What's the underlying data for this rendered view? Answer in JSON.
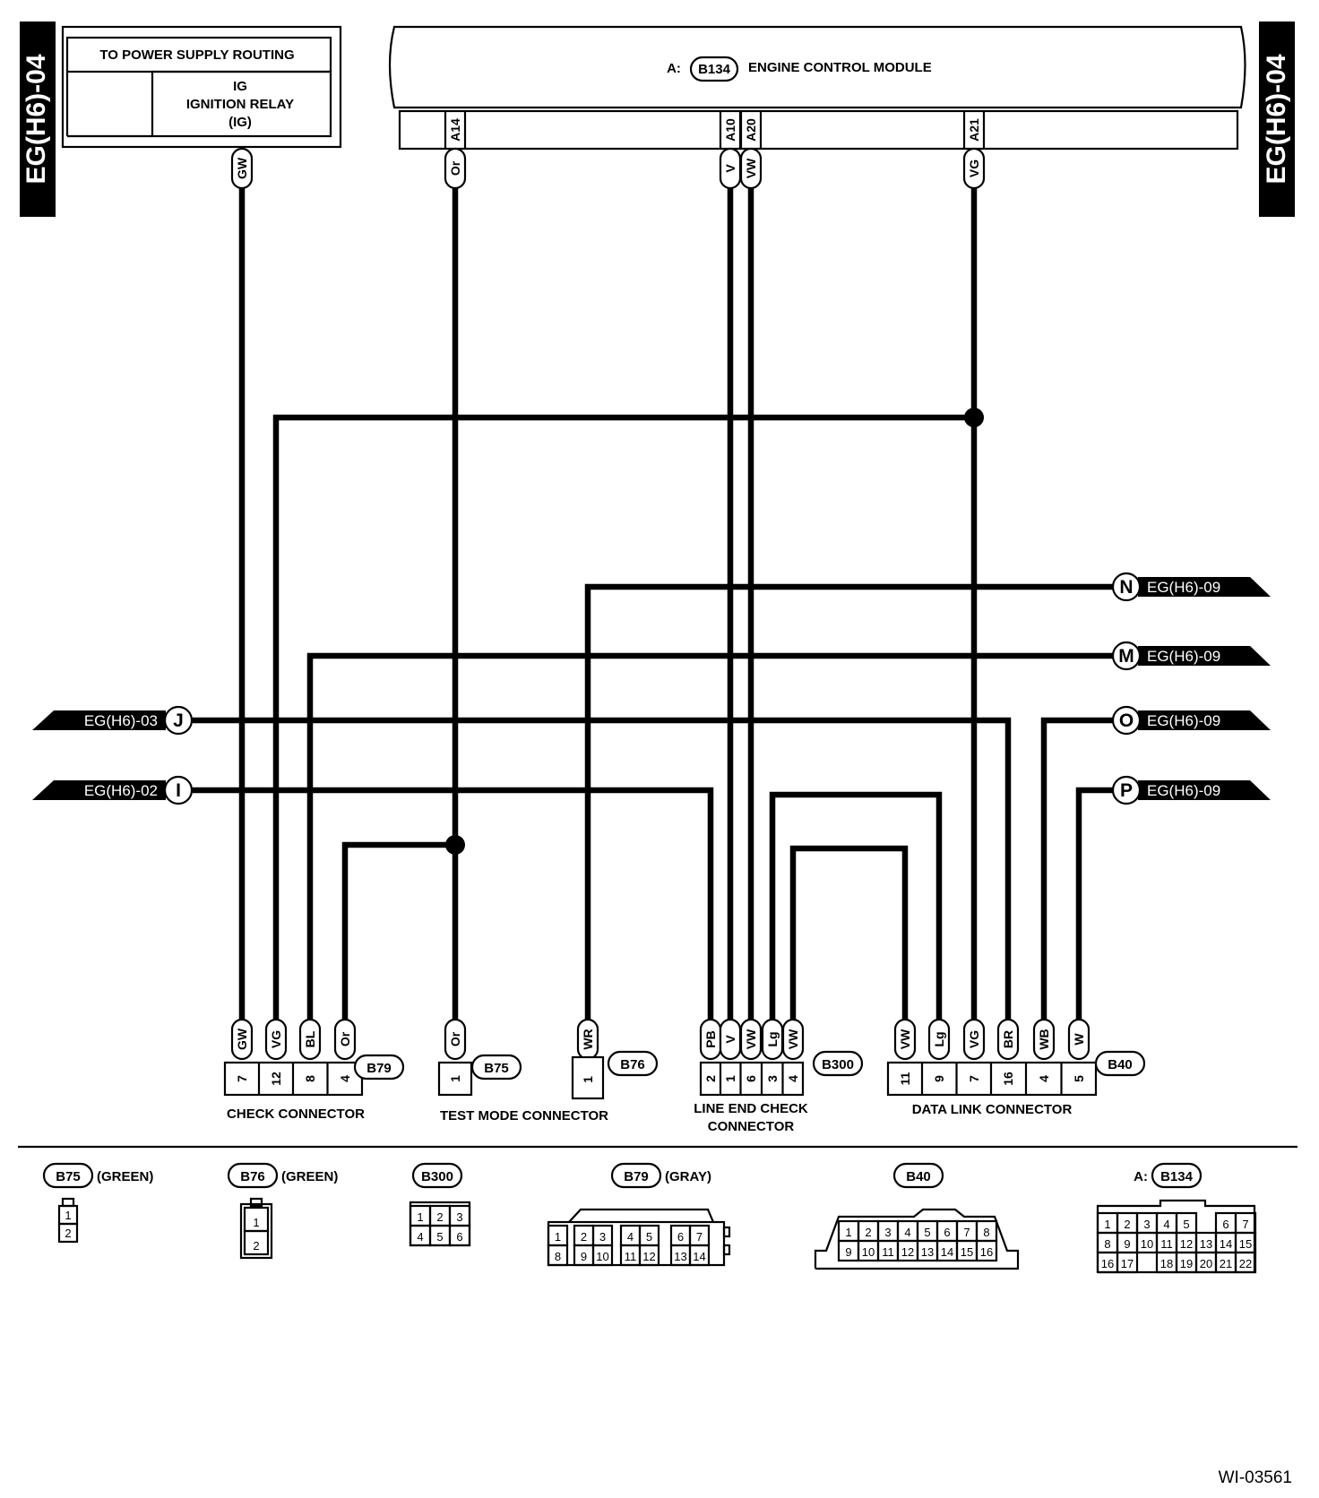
{
  "side_tabs": {
    "left": "EG(H6)-04",
    "right": "EG(H6)-04"
  },
  "power": {
    "title": "TO POWER SUPPLY ROUTING",
    "code": "IG",
    "name": "IGNITION RELAY",
    "abbr": "(IG)"
  },
  "ecm": {
    "prefix": "A:",
    "connector": "B134",
    "name": "ENGINE CONTROL MODULE"
  },
  "ecm_terminals": [
    {
      "term": "A14",
      "color": "Or"
    },
    {
      "term": "A10",
      "color": "V"
    },
    {
      "term": "A20",
      "color": "VW"
    },
    {
      "term": "A21",
      "color": "VG"
    }
  ],
  "power_wire_color": "GW",
  "refs_right": [
    {
      "letter": "N",
      "page": "EG(H6)-09"
    },
    {
      "letter": "M",
      "page": "EG(H6)-09"
    },
    {
      "letter": "O",
      "page": "EG(H6)-09"
    },
    {
      "letter": "P",
      "page": "EG(H6)-09"
    }
  ],
  "refs_left": [
    {
      "letter": "J",
      "page": "EG(H6)-03"
    },
    {
      "letter": "I",
      "page": "EG(H6)-02"
    }
  ],
  "connectors": [
    {
      "id": "B79",
      "name": "CHECK CONNECTOR",
      "wires": [
        "GW",
        "VG",
        "BL",
        "Or"
      ],
      "pins": [
        "7",
        "12",
        "8",
        "4"
      ]
    },
    {
      "id": "B75",
      "name": "TEST MODE CONNECTOR",
      "wires": [
        "Or"
      ],
      "pins": [
        "1"
      ]
    },
    {
      "id": "B76",
      "name": "",
      "wires": [
        "WR"
      ],
      "pins": [
        "1"
      ]
    },
    {
      "id": "B300",
      "name": "LINE END CHECK",
      "name2": "CONNECTOR",
      "wires": [
        "PB",
        "V",
        "VW",
        "Lg",
        "VW"
      ],
      "pins": [
        "2",
        "1",
        "6",
        "3",
        "4"
      ]
    },
    {
      "id": "B40",
      "name": "DATA LINK CONNECTOR",
      "wires": [
        "VW",
        "Lg",
        "VG",
        "BR",
        "WB",
        "W"
      ],
      "pins": [
        "11",
        "9",
        "7",
        "16",
        "4",
        "5"
      ]
    }
  ],
  "legend": [
    {
      "id": "B75",
      "prefix": "",
      "color": "(GREEN)",
      "rows": [
        [
          "1"
        ],
        [
          "2"
        ]
      ]
    },
    {
      "id": "B76",
      "prefix": "",
      "color": "(GREEN)",
      "rows": [
        [
          "1"
        ],
        [
          "2"
        ]
      ]
    },
    {
      "id": "B300",
      "prefix": "",
      "color": "",
      "rows": [
        [
          "1",
          "2",
          "3"
        ],
        [
          "4",
          "5",
          "6"
        ]
      ]
    },
    {
      "id": "B79",
      "prefix": "",
      "color": "(GRAY)",
      "rows": [
        [
          "1",
          "2",
          "3",
          "4",
          "5",
          "6",
          "7"
        ],
        [
          "8",
          "9",
          "10",
          "11",
          "12",
          "13",
          "14"
        ]
      ]
    },
    {
      "id": "B40",
      "prefix": "",
      "color": "",
      "rows": [
        [
          "1",
          "2",
          "3",
          "4",
          "5",
          "6",
          "7",
          "8"
        ],
        [
          "9",
          "10",
          "11",
          "12",
          "13",
          "14",
          "15",
          "16"
        ]
      ]
    },
    {
      "id": "B134",
      "prefix": "A:",
      "color": "",
      "rows": [
        [
          "1",
          "2",
          "3",
          "4",
          "5",
          "6",
          "7"
        ],
        [
          "8",
          "9",
          "10",
          "11",
          "12",
          "13",
          "14",
          "15"
        ],
        [
          "16",
          "17",
          "18",
          "19",
          "20",
          "21",
          "22"
        ]
      ]
    }
  ],
  "figure_id": "WI-03561"
}
